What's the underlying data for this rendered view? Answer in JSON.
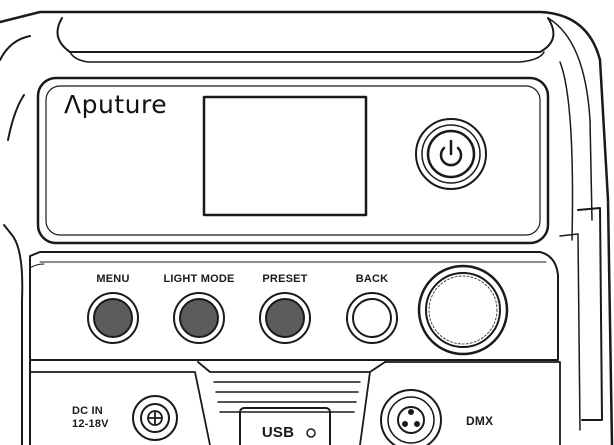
{
  "brand": {
    "name": "Λputure"
  },
  "buttons": [
    {
      "label": "MENU",
      "fill": "#5c5c5c"
    },
    {
      "label": "LIGHT MODE",
      "fill": "#5c5c5c"
    },
    {
      "label": "PRESET",
      "fill": "#5c5c5c"
    },
    {
      "label": "BACK",
      "fill": "#ffffff"
    }
  ],
  "ports": {
    "dc_label_line1": "DC IN",
    "dc_label_line2": "12-18V",
    "usb_label": "USB",
    "dmx_label": "DMX"
  },
  "icons": [
    "power-icon",
    "knob",
    "dc-jack-icon",
    "xlr-connector-icon"
  ],
  "colors": {
    "line": "#1a1a1a",
    "button_dark": "#5c5c5c",
    "background": "#ffffff"
  }
}
